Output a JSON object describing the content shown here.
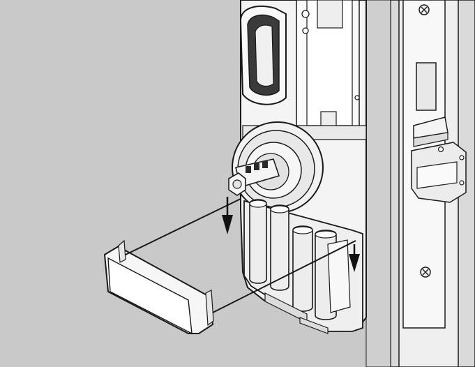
{
  "diagram": {
    "labels": [],
    "colors": {
      "wall": "#c9c9c9",
      "door_edge": "#e6e6e6",
      "strike_plate": "#f4f4f4",
      "lock_body": "#f7f7f7",
      "battery": "#ededed",
      "outline": "#1a1a1a",
      "arrow": "#111111",
      "handle_dark": "#3a3a3a"
    },
    "components": [
      "lever-handle",
      "rose-escutcheon",
      "spindle",
      "battery-holder",
      "batteries",
      "battery-cover",
      "mortise-strike-plate",
      "latch-bolt",
      "installation-arrows"
    ]
  }
}
